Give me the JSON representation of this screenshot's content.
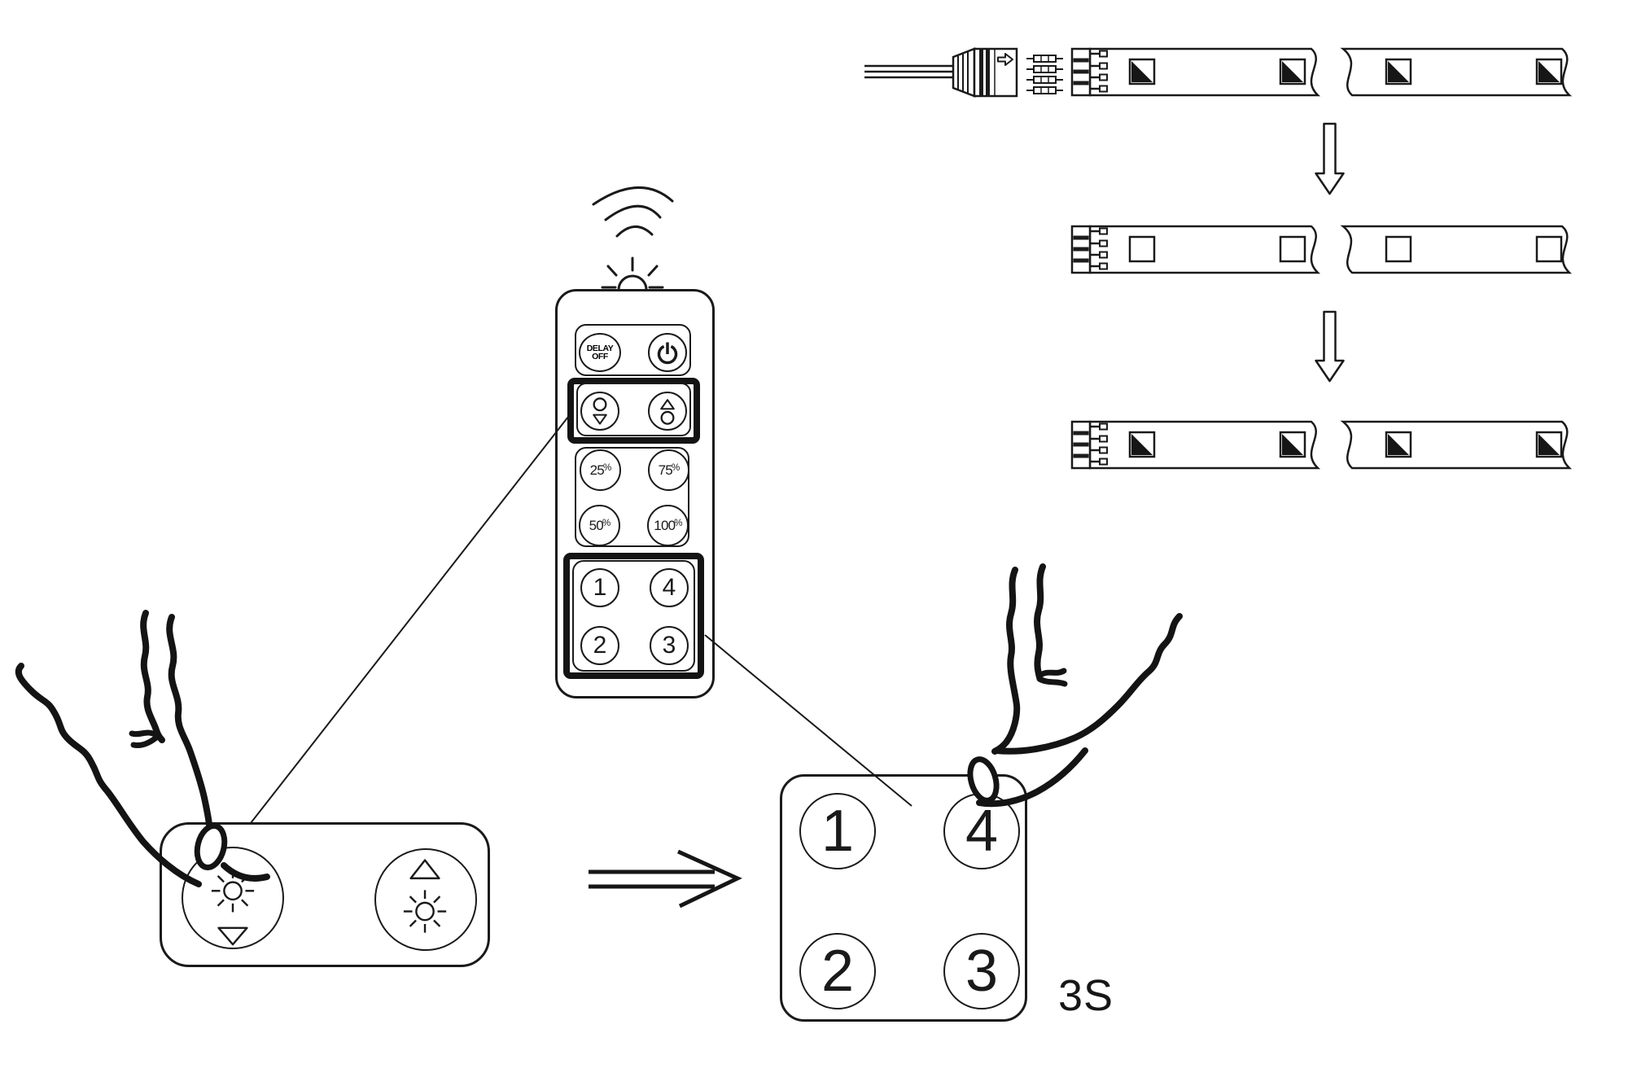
{
  "colors": {
    "ink": "#1a1a1a",
    "highlight_frame": "#141414",
    "background": "#ffffff"
  },
  "remote": {
    "delay_off_button": {
      "line1": "DELAY",
      "line2": "OFF"
    },
    "power_button": {
      "icon": "power-icon"
    },
    "dim_down_button": {
      "icon": "brightness-down-icon"
    },
    "dim_up_button": {
      "icon": "brightness-up-icon"
    },
    "percent_sign": "%",
    "percent_buttons": [
      {
        "value": "25"
      },
      {
        "value": "75"
      },
      {
        "value": "50"
      },
      {
        "value": "100"
      }
    ],
    "zone_buttons": [
      {
        "label": "1"
      },
      {
        "label": "4"
      },
      {
        "label": "2"
      },
      {
        "label": "3"
      }
    ]
  },
  "dimmer_panel": {
    "buttons": [
      {
        "icon": "sun-dim-down-icon"
      },
      {
        "icon": "sun-dim-up-icon"
      }
    ]
  },
  "zone_panel": {
    "buttons": [
      {
        "label": "1"
      },
      {
        "label": "4"
      },
      {
        "label": "2"
      },
      {
        "label": "3"
      }
    ],
    "hold_time_label": "3S"
  },
  "strip_diagram": {
    "rows": [
      {
        "led_state": "lit"
      },
      {
        "led_state": "unlit"
      },
      {
        "led_state": "lit"
      }
    ]
  }
}
